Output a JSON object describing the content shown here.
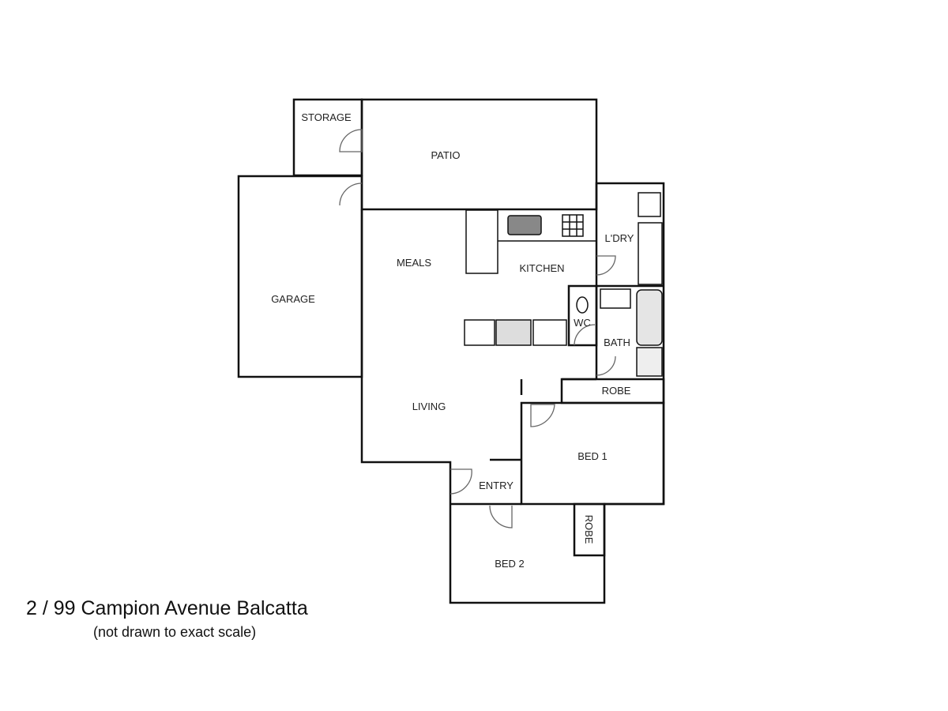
{
  "plan": {
    "rooms": {
      "storage": "STORAGE",
      "patio": "PATIO",
      "garage": "GARAGE",
      "meals": "MEALS",
      "kitchen": "KITCHEN",
      "laundry": "L'DRY",
      "wc": "WC",
      "bath": "BATH",
      "robe1": "ROBE",
      "living": "LIVING",
      "bed1": "BED 1",
      "entry": "ENTRY",
      "robe2": "ROBE",
      "bed2": "BED 2"
    }
  },
  "caption": {
    "address": "2 / 99 Campion Avenue Balcatta",
    "note": "(not drawn to exact scale)"
  },
  "colors": {
    "wall": "#111111",
    "fixture": "#999999"
  }
}
